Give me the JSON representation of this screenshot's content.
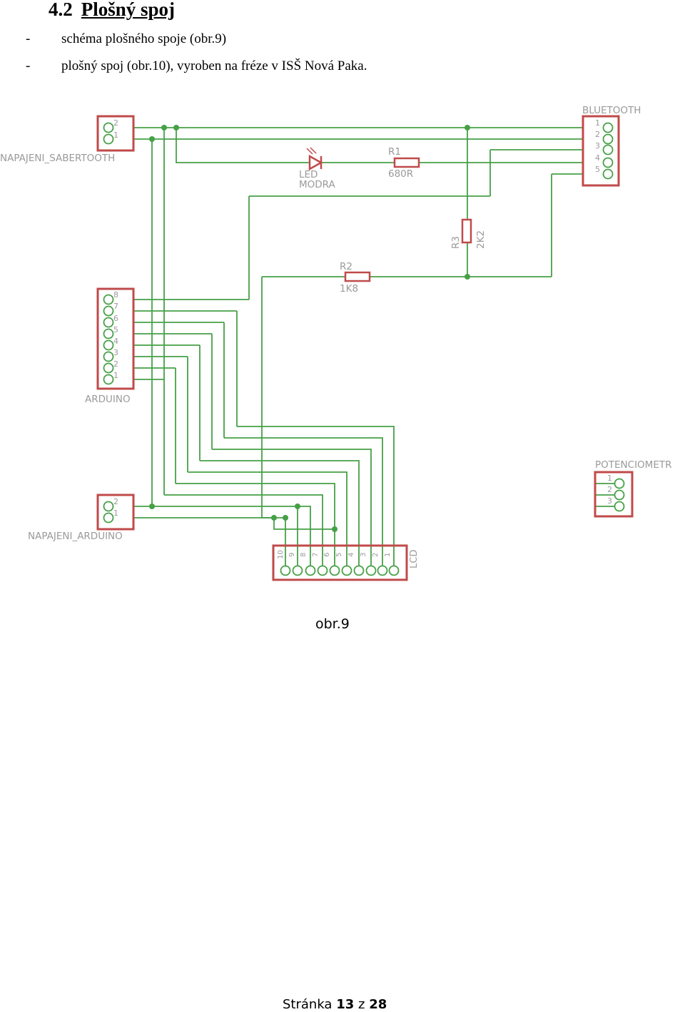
{
  "section": {
    "number": "4.2",
    "title": "Plošný spoj"
  },
  "bullets": [
    {
      "dash": "-",
      "text": "schéma plošného spoje (obr.9)"
    },
    {
      "dash": "-",
      "text": "plošný spoj (obr.10), vyroben na fréze v ISŠ Nová Paka."
    }
  ],
  "schematic": {
    "connectors": {
      "napajeni_sabertooth": {
        "name": "NAPAJENI_SABERTOOTH",
        "pins": [
          "2",
          "1"
        ]
      },
      "bluetooth": {
        "name": "BLUETOOTH",
        "pins": [
          "1",
          "2",
          "3",
          "4",
          "5"
        ]
      },
      "arduino": {
        "name": "ARDUINO",
        "pins": [
          "8",
          "7",
          "6",
          "5",
          "4",
          "3",
          "2",
          "1"
        ]
      },
      "napajeni_arduino": {
        "name": "NAPAJENI_ARDUINO",
        "pins": [
          "2",
          "1"
        ]
      },
      "potenciometr": {
        "name": "POTENCIOMETR",
        "pins": [
          "1",
          "2",
          "3"
        ]
      },
      "lcd": {
        "name": "LCD",
        "pins": [
          "10",
          "9",
          "8",
          "7",
          "6",
          "5",
          "4",
          "3",
          "2",
          "1"
        ]
      }
    },
    "parts": {
      "led": {
        "name": "LED",
        "value": "MODRA"
      },
      "r1": {
        "name": "R1",
        "value": "680R"
      },
      "r2": {
        "name": "R2",
        "value": "1K8"
      },
      "r3": {
        "name": "R3",
        "value": "2K2"
      }
    },
    "colors": {
      "wire": "#46a046",
      "pad": "#46a046",
      "outline": "#c04a4a",
      "label": "#9a9a9a"
    }
  },
  "caption": "obr.9",
  "footer": {
    "prefix": "Stránka",
    "page": "13",
    "sep": "z",
    "total": "28"
  }
}
